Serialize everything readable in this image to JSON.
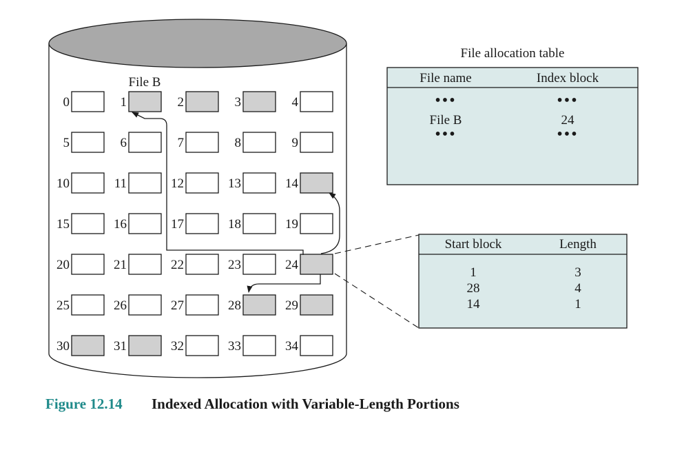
{
  "colors": {
    "cylinder_top": "#a9a9a9",
    "used_block": "#d0d0d0",
    "free_block": "#ffffff",
    "table_fill": "#dbeaea",
    "caption_accent": "#1f8a8a"
  },
  "disk": {
    "file_label": "File B",
    "block_count": 35,
    "columns": 5,
    "used_blocks": [
      1,
      2,
      3,
      14,
      24,
      28,
      29,
      30,
      31
    ]
  },
  "fat": {
    "title": "File allocation table",
    "headers": [
      "File name",
      "Index block"
    ],
    "rows": [
      [
        "•••",
        "•••"
      ],
      [
        "File B",
        "24"
      ],
      [
        "•••",
        "•••"
      ]
    ]
  },
  "index_table": {
    "headers": [
      "Start block",
      "Length"
    ],
    "rows": [
      [
        "1",
        "3"
      ],
      [
        "28",
        "4"
      ],
      [
        "14",
        "1"
      ]
    ]
  },
  "caption": {
    "number": "Figure 12.14",
    "title": "Indexed Allocation with Variable-Length Portions"
  }
}
